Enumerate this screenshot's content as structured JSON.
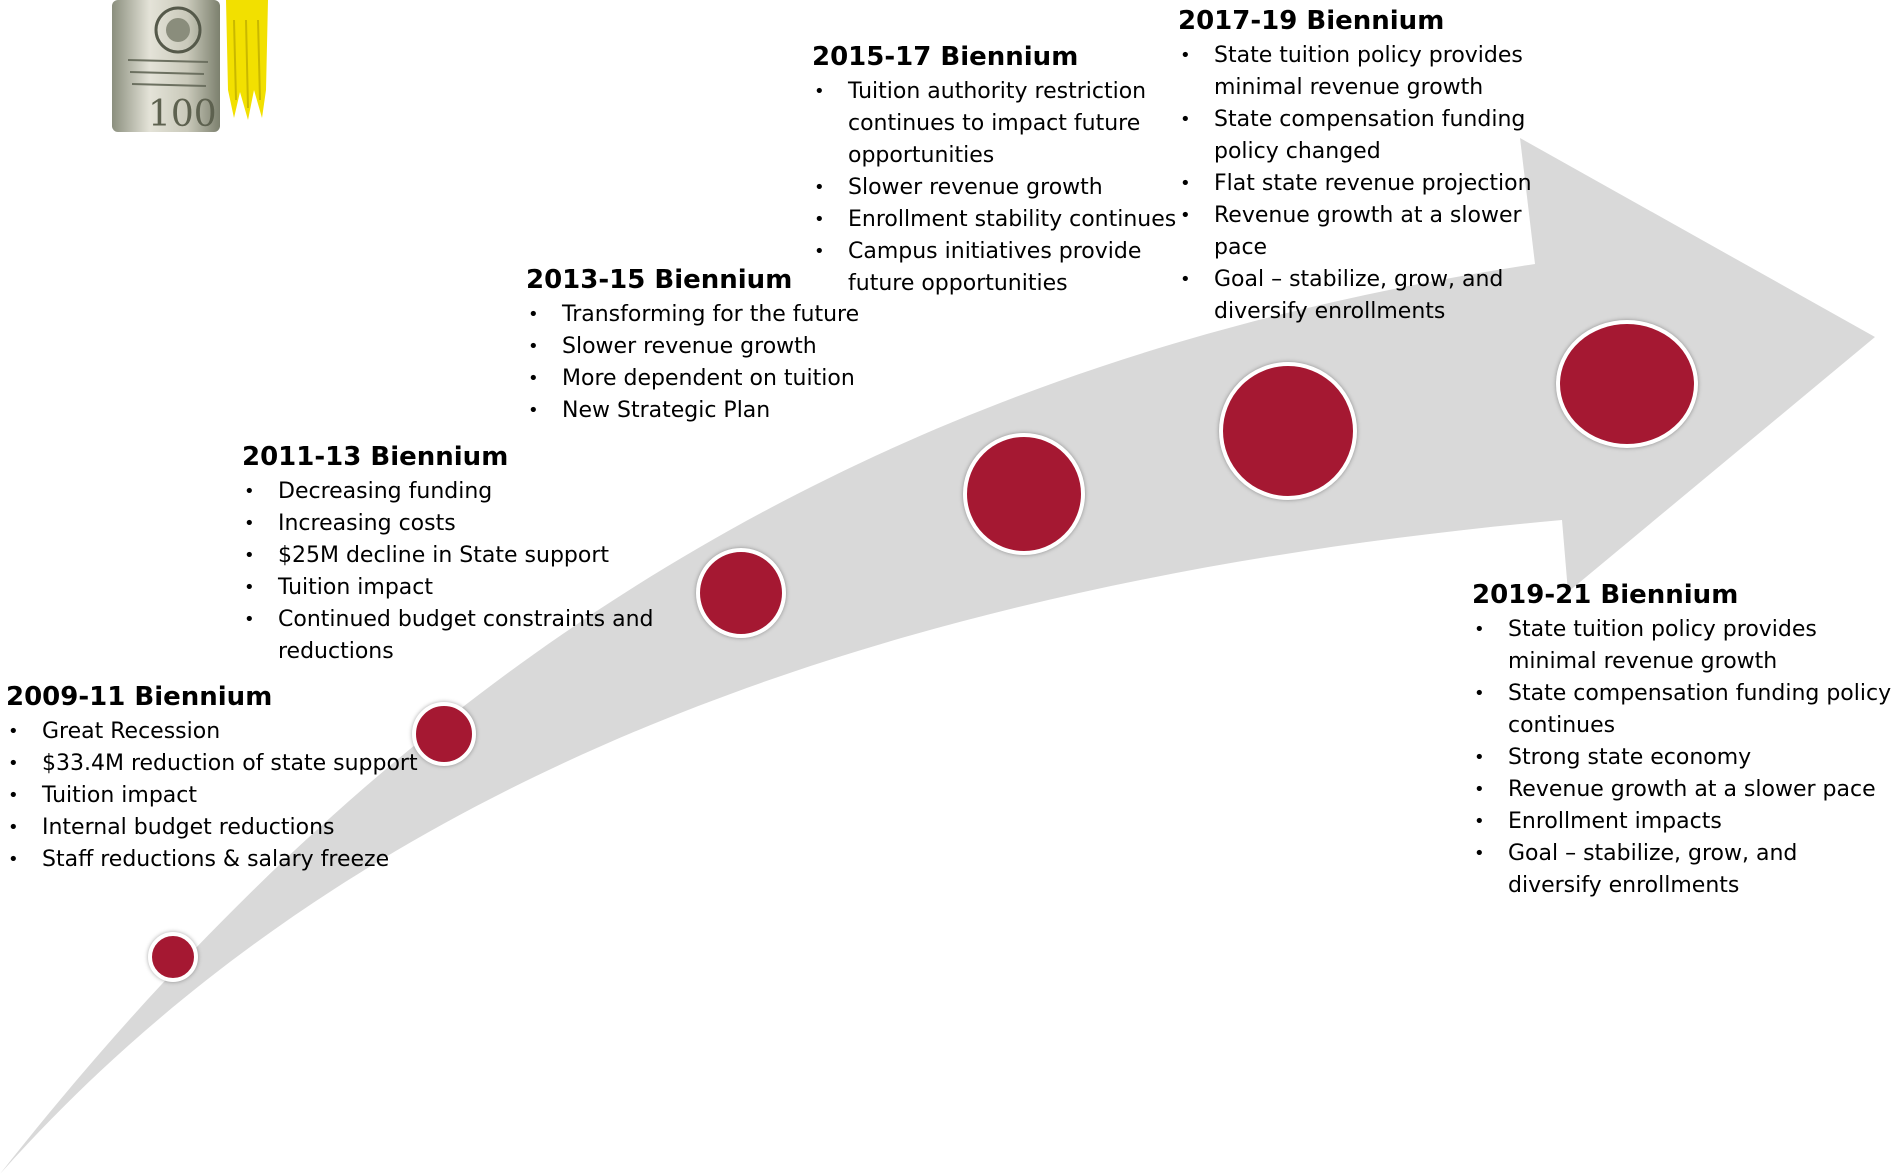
{
  "phases": [
    {
      "title": "2009-11 Biennium",
      "bullets": [
        "Great Recession",
        "$33.4M reduction of state support",
        "Tuition impact",
        "Internal budget reductions",
        "Staff reductions & salary freeze"
      ]
    },
    {
      "title": "2011-13 Biennium",
      "bullets": [
        "Decreasing funding",
        "Increasing costs",
        "$25M decline in State support",
        "Tuition impact",
        "Continued budget constraints and reductions"
      ]
    },
    {
      "title": "2013-15 Biennium",
      "bullets": [
        "Transforming for the future",
        "Slower revenue growth",
        "More dependent on tuition",
        "New Strategic Plan"
      ]
    },
    {
      "title": "2015-17 Biennium",
      "bullets": [
        "Tuition authority restriction continues to impact future opportunities",
        "Slower revenue growth",
        "Enrollment stability continues",
        "Campus initiatives provide future opportunities"
      ]
    },
    {
      "title": "2017-19 Biennium",
      "bullets": [
        "State tuition policy provides minimal revenue growth",
        "State compensation funding policy changed",
        "Flat state revenue projection",
        "Revenue growth at a slower pace",
        "Goal – stabilize, grow, and diversify enrollments"
      ]
    },
    {
      "title": "2019-21 Biennium",
      "bullets": [
        "State tuition policy provides minimal revenue growth",
        "State compensation funding policy continues",
        "Strong state economy",
        "Revenue growth at a slower pace",
        "Enrollment impacts",
        "Goal – stabilize, grow, and diversify enrollments"
      ]
    }
  ],
  "colors": {
    "arrow": "#d9d9d9",
    "marker": "#a51832",
    "marker_ring": "#ffffff"
  },
  "icons": {
    "money": "rolled-banknote-with-graduation-tassel-icon"
  }
}
